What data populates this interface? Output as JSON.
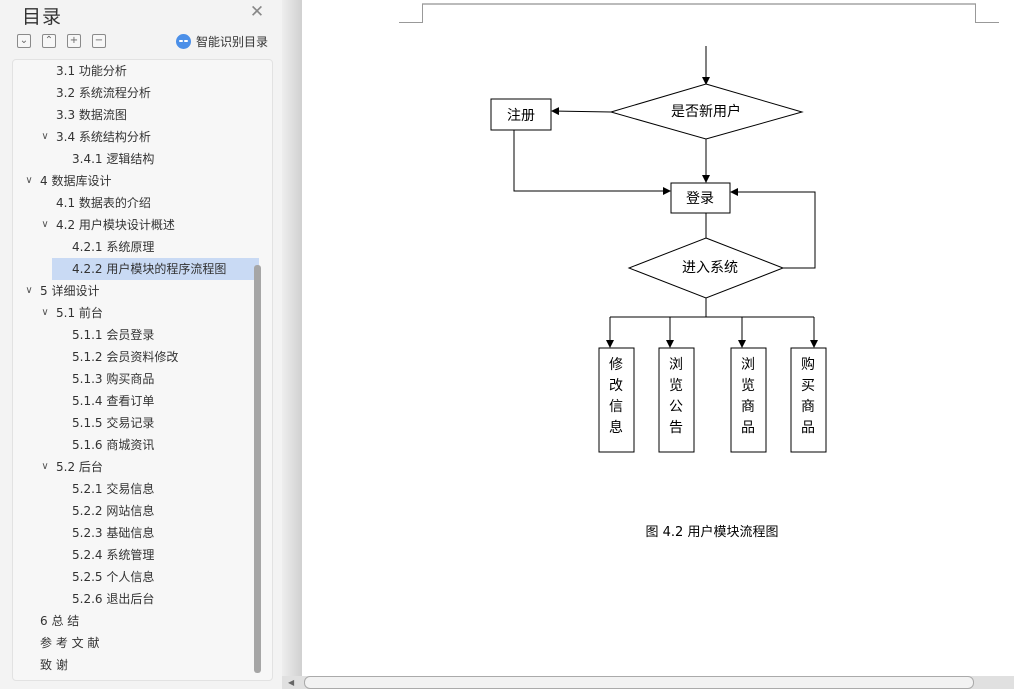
{
  "sidebar": {
    "title": "目录",
    "close_icon": "close-icon",
    "tools": [
      {
        "name": "expand-all-button",
        "icon": "chevron-down-icon",
        "glyph": "⌄"
      },
      {
        "name": "collapse-all-button",
        "icon": "chevron-up-icon",
        "glyph": "⌃"
      },
      {
        "name": "add-level-button",
        "icon": "plus-icon",
        "glyph": "+"
      },
      {
        "name": "remove-level-button",
        "icon": "minus-icon",
        "glyph": "−"
      }
    ],
    "smart_button_label": "智能识别目录",
    "toc": [
      {
        "label": "3.1  功能分析",
        "level": 2,
        "chevron": false
      },
      {
        "label": "3.2 系统流程分析",
        "level": 2,
        "chevron": false
      },
      {
        "label": "3.3  数据流图",
        "level": 2,
        "chevron": false
      },
      {
        "label": "3.4  系统结构分析",
        "level": 2,
        "chevron": true
      },
      {
        "label": "3.4.1  逻辑结构",
        "level": 3,
        "chevron": false
      },
      {
        "label": "4  数据库设计",
        "level": 1,
        "chevron": true
      },
      {
        "label": "4.1  数据表的介绍",
        "level": 2,
        "chevron": false
      },
      {
        "label": "4.2  用户模块设计概述",
        "level": 2,
        "chevron": true
      },
      {
        "label": "4.2.1  系统原理",
        "level": 3,
        "chevron": false
      },
      {
        "label": "4.2.2  用户模块的程序流程图",
        "level": 3,
        "chevron": false,
        "selected": true
      },
      {
        "label": "5  详细设计",
        "level": 1,
        "chevron": true
      },
      {
        "label": "5.1  前台",
        "level": 2,
        "chevron": true
      },
      {
        "label": "5.1.1  会员登录",
        "level": 3,
        "chevron": false
      },
      {
        "label": "5.1.2  会员资料修改",
        "level": 3,
        "chevron": false
      },
      {
        "label": "5.1.3  购买商品",
        "level": 3,
        "chevron": false
      },
      {
        "label": "5.1.4  查看订单",
        "level": 3,
        "chevron": false
      },
      {
        "label": "5.1.5  交易记录",
        "level": 3,
        "chevron": false
      },
      {
        "label": "5.1.6  商城资讯",
        "level": 3,
        "chevron": false
      },
      {
        "label": "5.2  后台",
        "level": 2,
        "chevron": true
      },
      {
        "label": "5.2.1  交易信息",
        "level": 3,
        "chevron": false
      },
      {
        "label": "5.2.2  网站信息",
        "level": 3,
        "chevron": false
      },
      {
        "label": "5.2.3  基础信息",
        "level": 3,
        "chevron": false
      },
      {
        "label": "5.2.4  系统管理",
        "level": 3,
        "chevron": false
      },
      {
        "label": "5.2.5  个人信息",
        "level": 3,
        "chevron": false
      },
      {
        "label": "5.2.6  退出后台",
        "level": 3,
        "chevron": false
      },
      {
        "label": "6 总 结",
        "level": 1,
        "chevron": false
      },
      {
        "label": "参 考 文 献",
        "level": 1,
        "chevron": false
      },
      {
        "label": "致   谢",
        "level": 1,
        "chevron": false
      }
    ]
  },
  "document": {
    "flowchart": {
      "new_user_decision": "是否新用户",
      "register": "注册",
      "login": "登录",
      "enter_system": "进入系统",
      "actions": [
        {
          "id": "modify-info",
          "chars": [
            "修",
            "改",
            "信",
            "息"
          ]
        },
        {
          "id": "browse-notice",
          "chars": [
            "浏",
            "览",
            "公",
            "告"
          ]
        },
        {
          "id": "browse-goods",
          "chars": [
            "浏",
            "览",
            "商",
            "品"
          ]
        },
        {
          "id": "buy-goods",
          "chars": [
            "购",
            "买",
            "商",
            "品"
          ]
        }
      ]
    },
    "caption": "图 4.2 用户模块流程图"
  },
  "scrollbar": {
    "left_arrow_icon": "scroll-left-icon"
  }
}
